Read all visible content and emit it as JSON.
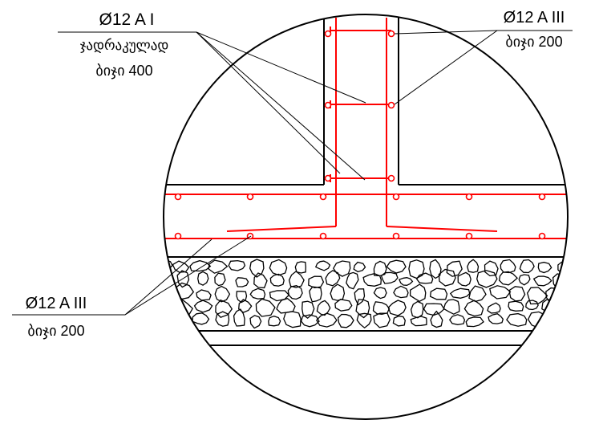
{
  "labels": {
    "top_left_bar": "Ø12 A I",
    "top_left_word": "ჯადრაკულად",
    "top_left_step": "ბიჯი  400",
    "top_right_bar": "Ø12 A III",
    "top_right_step": "ბიჯი 200",
    "bottom_left_bar": "Ø12 A III",
    "bottom_left_step": "ბიჯი 200"
  },
  "colors": {
    "rebar": "#ff0000",
    "lines": "#000000",
    "background": "#ffffff"
  }
}
